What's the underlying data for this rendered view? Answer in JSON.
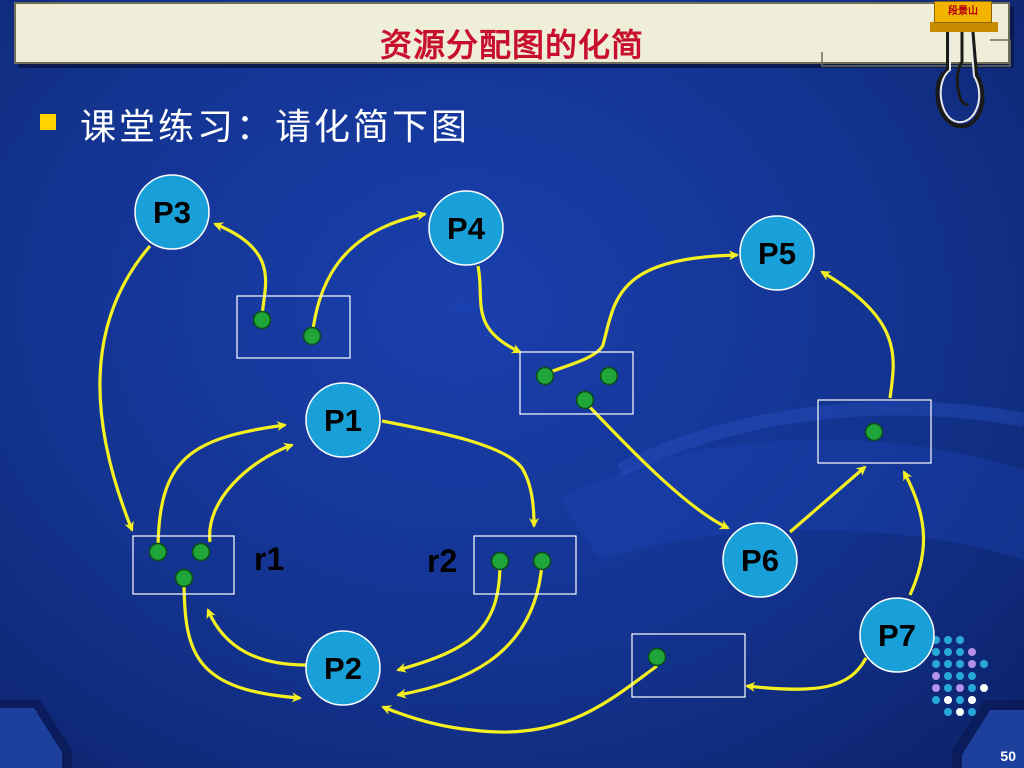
{
  "slide": {
    "title": "资源分配图的化简",
    "bullet": "课堂练习：请化简下图",
    "clip_badge": "段景山",
    "page_number": "50"
  },
  "colors": {
    "background": "#13338f",
    "title_bar": "#efeed8",
    "title_text": "#c8102e",
    "bullet": "#ffd200",
    "process_fill": "#1aa0d8",
    "resource_unit": "#1fa53a",
    "edge": "#f5f020"
  },
  "diagram": {
    "processes": [
      {
        "id": "p3",
        "label": "P3"
      },
      {
        "id": "p4",
        "label": "P4"
      },
      {
        "id": "p5",
        "label": "P5"
      },
      {
        "id": "p1",
        "label": "P1"
      },
      {
        "id": "p6",
        "label": "P6"
      },
      {
        "id": "p7",
        "label": "P7"
      },
      {
        "id": "p2",
        "label": "P2"
      }
    ],
    "resources": [
      {
        "id": "ra",
        "label": "",
        "units": 2
      },
      {
        "id": "rb",
        "label": "",
        "units": 3
      },
      {
        "id": "r1",
        "label": "r1",
        "units": 3
      },
      {
        "id": "r2",
        "label": "r2",
        "units": 2
      },
      {
        "id": "rc",
        "label": "",
        "units": 1
      },
      {
        "id": "rd",
        "label": "",
        "units": 1
      }
    ],
    "edges": [
      {
        "from": "ra",
        "to": "p3",
        "kind": "assignment"
      },
      {
        "from": "ra",
        "to": "p4",
        "kind": "assignment"
      },
      {
        "from": "p4",
        "to": "rb",
        "kind": "request"
      },
      {
        "from": "rb",
        "to": "p5",
        "kind": "assignment"
      },
      {
        "from": "rb",
        "to": "p6",
        "kind": "assignment"
      },
      {
        "from": "p3",
        "to": "r1",
        "kind": "request"
      },
      {
        "from": "r1",
        "to": "p1",
        "kind": "assignment"
      },
      {
        "from": "r1",
        "to": "p1",
        "kind": "assignment"
      },
      {
        "from": "r1",
        "to": "p2",
        "kind": "assignment"
      },
      {
        "from": "p2",
        "to": "r1",
        "kind": "request"
      },
      {
        "from": "p1",
        "to": "r2",
        "kind": "request"
      },
      {
        "from": "r2",
        "to": "p2",
        "kind": "assignment"
      },
      {
        "from": "r2",
        "to": "p2",
        "kind": "assignment"
      },
      {
        "from": "p6",
        "to": "rc",
        "kind": "request"
      },
      {
        "from": "rc",
        "to": "p5",
        "kind": "assignment"
      },
      {
        "from": "p7",
        "to": "rc",
        "kind": "request"
      },
      {
        "from": "p7",
        "to": "rd",
        "kind": "request"
      },
      {
        "from": "rd",
        "to": "p2",
        "kind": "assignment"
      }
    ]
  }
}
